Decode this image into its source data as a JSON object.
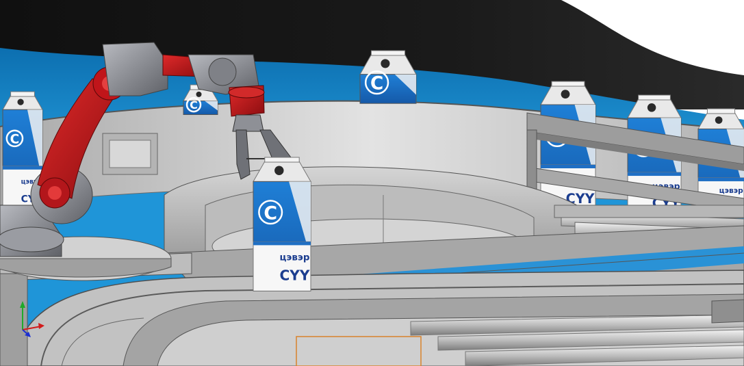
{
  "app": {
    "view": "3D CAD assembly viewport",
    "model": "robotic arm packing milk cartons on conveyor"
  },
  "colors": {
    "sky_dark": "#141414",
    "sky_blue": "#1a8fd1",
    "steel_light": "#c8c8c8",
    "steel_mid": "#9a9a9a",
    "steel_dark": "#5e5e5e",
    "robot_red": "#c8141a",
    "robot_gray": "#8d8f95",
    "carton_blue": "#1c6fc4",
    "carton_white": "#f4f4f4",
    "selection_orange": "#d9822b",
    "axis_x": "#d21b1b",
    "axis_y": "#1faa2a",
    "axis_z": "#1b2fd2"
  },
  "carton": {
    "logo_letter": "C",
    "brand_line": "цэвэр",
    "product": "СҮҮ"
  },
  "icons": {
    "triad": "coordinate-axes-icon"
  }
}
